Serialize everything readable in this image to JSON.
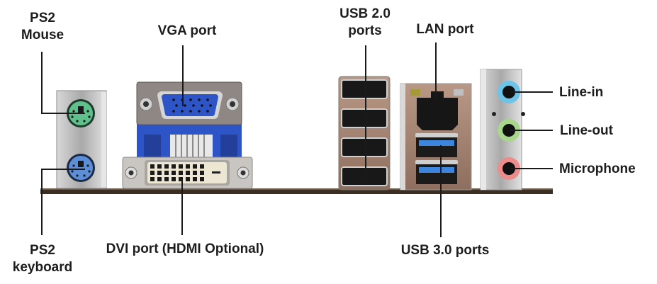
{
  "title": "Motherboard rear I/O panel",
  "labels": {
    "ps2_mouse": [
      "PS2",
      "Mouse"
    ],
    "ps2_keyboard": [
      "PS2",
      "keyboard"
    ],
    "vga": "VGA port",
    "dvi": "DVI port (HDMI Optional)",
    "usb2": [
      "USB 2.0",
      "ports"
    ],
    "lan": "LAN port",
    "usb3": "USB 3.0 ports",
    "line_in": "Line-in",
    "line_out": "Line-out",
    "microphone": "Microphone"
  },
  "colors": {
    "ps2_mouse": "#5fc08c",
    "ps2_keyboard": "#5c8fd8",
    "vga": "#2d55c8",
    "usb3": "#3c86e0",
    "line_in": "#6cc4e8",
    "line_out": "#a8d68a",
    "microphone": "#ec8c8c",
    "pcb": "#3b2f24",
    "metal": "#b9b9b9"
  }
}
